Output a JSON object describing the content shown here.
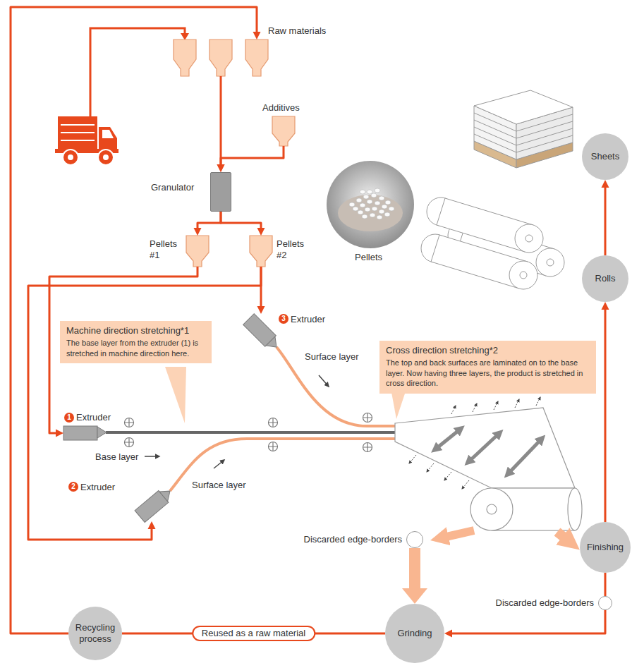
{
  "diagram": {
    "nodes": [
      {
        "text": [
          "Raw materials"
        ]
      },
      {
        "text": [
          "Additives"
        ]
      },
      {
        "text": [
          "Granulator"
        ]
      },
      {
        "text": [
          "Pellets #1"
        ]
      },
      {
        "text": [
          "Pellets #2"
        ]
      },
      {
        "text": [
          "Extruder"
        ]
      },
      {
        "text": [
          "Machine direction stretching*1",
          "The base layer from the extruder (1) is stretched in machine direction here."
        ]
      },
      {
        "text": [
          "Cross direction stretching*2",
          "The top and back surfaces are laminated on to the base layer. Now having three layers, the product is stretched in cross direction."
        ]
      },
      {
        "text": [
          "Extruder"
        ]
      },
      {
        "text": [
          "Extruder"
        ]
      },
      {
        "text": [
          "Discarded edge-borders"
        ]
      },
      {
        "text": [
          "Sheets"
        ]
      },
      {
        "text": [
          "Rolls"
        ]
      },
      {
        "text": [
          "Finishing"
        ]
      },
      {
        "text": [
          "Discarded edge-borders"
        ]
      },
      {
        "text": [
          "Grinding"
        ]
      },
      {
        "text": [
          "Recycling process"
        ]
      }
    ],
    "edges": [
      {
        "from": 0,
        "to": 2,
        "arrow": "to"
      },
      {
        "from": 1,
        "to": 2,
        "arrow": "to"
      },
      {
        "from": 2,
        "to": 3,
        "arrow": "to"
      },
      {
        "from": 2,
        "to": 4,
        "arrow": "to"
      },
      {
        "from": 3,
        "to": 8,
        "arrow": "to"
      },
      {
        "from": 4,
        "to": 5,
        "arrow": "to"
      },
      {
        "from": 4,
        "to": 9,
        "arrow": "to"
      },
      {
        "from": 10,
        "to": 15,
        "arrow": "to"
      },
      {
        "from": 13,
        "to": 12,
        "arrow": "to"
      },
      {
        "from": 12,
        "to": 11,
        "arrow": "to"
      },
      {
        "from": 13,
        "to": 14,
        "arrow": "none"
      },
      {
        "from": 14,
        "to": 15,
        "arrow": "to"
      },
      {
        "from": 15,
        "to": 16,
        "label": "Reused as a raw material",
        "arrow": "none"
      },
      {
        "from": 16,
        "to": 0,
        "arrow": "to"
      }
    ],
    "labels": [
      "Pellets",
      "3",
      "Surface layer",
      "1",
      "Base layer",
      "2",
      "Surface layer"
    ]
  }
}
